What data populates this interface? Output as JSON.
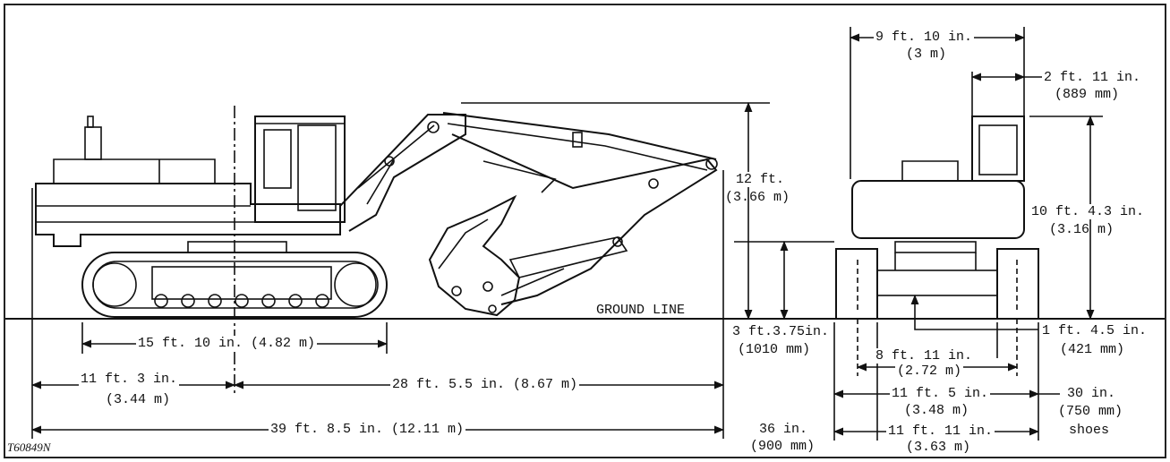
{
  "figure_code": "T60849N",
  "ground_label": "GROUND LINE",
  "side_view": {
    "track_length": "15 ft. 10 in. (4.82 m)",
    "rear_to_center": "11 ft. 3 in.",
    "rear_to_center_m": "(3.44 m)",
    "center_to_front": "28 ft. 5.5 in. (8.67 m)",
    "overall_length": "39 ft. 8.5 in. (12.11 m)",
    "height": "12 ft.",
    "height_m": "(3.66 m)",
    "ground_clearance": "3 ft.3.75in.",
    "ground_clearance_mm": "(1010 mm)"
  },
  "front_view": {
    "cab_width": "9 ft. 10 in.",
    "cab_width_m": "(3 m)",
    "offset": "2 ft. 11 in.",
    "offset_mm": "(889 mm)",
    "upper_height": "10 ft. 4.3 in.",
    "upper_height_m": "(3.16 m)",
    "min_clearance": "1 ft. 4.5 in.",
    "min_clearance_mm": "(421 mm)",
    "gauge": "8 ft. 11 in.",
    "gauge_m": "(2.72 m)",
    "width_narrow": "11 ft. 5 in.",
    "width_narrow_m": "(3.48 m)",
    "width_wide": "11 ft. 11 in.",
    "width_wide_m": "(3.63 m)",
    "shoe_narrow": "30 in.",
    "shoe_narrow_mm": "(750 mm)",
    "shoes_label": "shoes",
    "shoe_wide": "36 in.",
    "shoe_wide_mm": "(900 mm)"
  }
}
